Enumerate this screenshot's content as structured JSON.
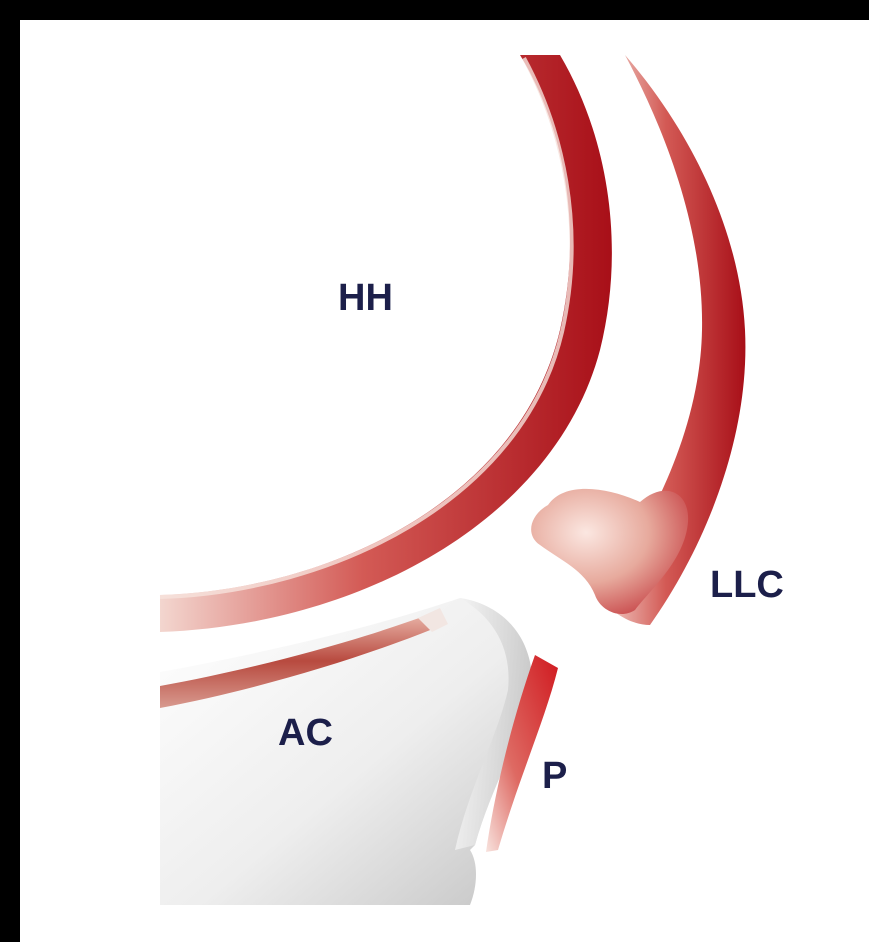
{
  "labels": {
    "hh": "HH",
    "llc": "LLC",
    "ac": "AC",
    "p": "P"
  },
  "colors": {
    "frame": "#000000",
    "background": "#ffffff",
    "label": "#1c1f4a",
    "cartilage_dark": "#b3121b",
    "cartilage_light": "#f1d2cb",
    "bone_light": "#f3f3f3",
    "bone_shadow": "#c9c9c9"
  }
}
